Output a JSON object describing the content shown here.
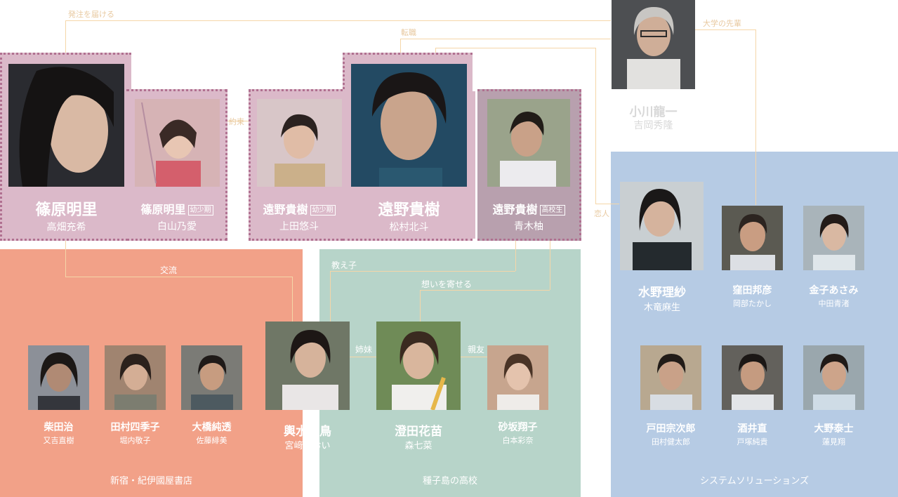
{
  "relations": {
    "order": "発注を届ける",
    "career": "転職",
    "senpai": "大学の先輩",
    "promise": "約束",
    "lover": "恋人",
    "exchange": "交流",
    "student": "教え子",
    "feelings": "想いを寄せる",
    "sisters": "姉妹",
    "friend": "親友"
  },
  "groups": {
    "shinjuku": "新宿・紀伊國屋書店",
    "tanegashima": "種子島の高校",
    "system": "システムソリューションズ"
  },
  "tags": {
    "child": "幼少期",
    "highschool": "高校生"
  },
  "main": {
    "akari": {
      "name": "篠原明里",
      "actor": "高畑充希"
    },
    "akari_child": {
      "name": "篠原明里",
      "actor": "白山乃愛"
    },
    "takaki_child": {
      "name": "遠野貴樹",
      "actor": "上田悠斗"
    },
    "takaki": {
      "name": "遠野貴樹",
      "actor": "松村北斗"
    },
    "takaki_hs": {
      "name": "遠野貴樹",
      "actor": "青木柚"
    },
    "ogawa": {
      "name": "小川龍一",
      "actor": "吉岡秀隆"
    }
  },
  "shinjuku": [
    {
      "name": "柴田治",
      "actor": "又吉直樹"
    },
    {
      "name": "田村四季子",
      "actor": "堀内敬子"
    },
    {
      "name": "大橋純透",
      "actor": "佐藤緋美"
    }
  ],
  "tanegashima": [
    {
      "name": "輿水美鳥",
      "actor": "宮﨑あおい"
    },
    {
      "name": "澄田花苗",
      "actor": "森七菜"
    },
    {
      "name": "砂坂翔子",
      "actor": "白本彩奈"
    }
  ],
  "system": [
    {
      "name": "水野理紗",
      "actor": "木竜麻生"
    },
    {
      "name": "窪田邦彦",
      "actor": "岡部たかし"
    },
    {
      "name": "金子あさみ",
      "actor": "中田青渚"
    },
    {
      "name": "戸田宗次郎",
      "actor": "田村健太郎"
    },
    {
      "name": "酒井直",
      "actor": "戸塚純貴"
    },
    {
      "name": "大野泰士",
      "actor": "蓮見翔"
    }
  ]
}
